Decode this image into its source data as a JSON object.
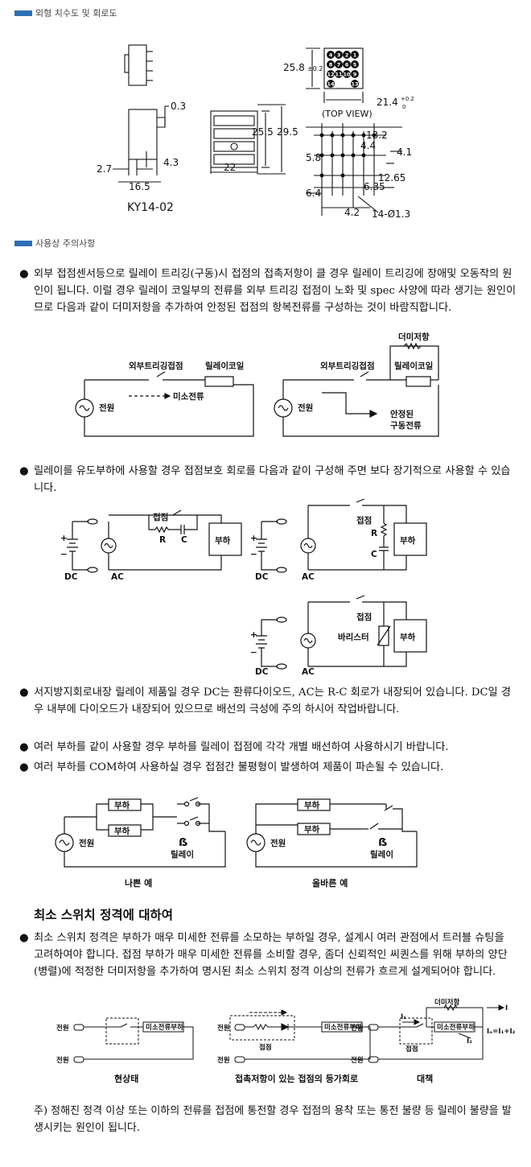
{
  "sections": {
    "dimensions_title": "외형 치수도 및 회로도",
    "caution_title": "사용상 주의사항"
  },
  "dimensions": {
    "d03": "0.3",
    "d27": "2.7",
    "d43": "4.3",
    "d165": "16.5",
    "model": "KY14-02",
    "d255": "25.5",
    "d295": "29.5",
    "d22": "22",
    "d258": "25.8",
    "tol258": "±0.2",
    "top_view": "(TOP VIEW)",
    "d214": "21.4",
    "tol214_plus": "+0.2",
    "tol214_zero": "0",
    "d132": "13.2",
    "d44": "4.4",
    "d58": "5.8",
    "d41": "4.1",
    "d1265": "12.65",
    "d635": "6.35",
    "d64": "6.4",
    "d42": "4.2",
    "holes": "14-Ø1.3",
    "pins": [
      "4",
      "3",
      "2",
      "1",
      "8",
      "7",
      "6",
      "5",
      "12",
      "11",
      "10",
      "9",
      "14",
      "13"
    ]
  },
  "caution": {
    "p1": "외부 접점센서등으로 릴레이 트리깅(구동)시 접점의 접촉저항이 클 경우 릴레이 트리깅에 장애및 오동작의 원인이 됩니다. 이럴 경우 릴레이 코일부의 전류를 외부 트리깅 접점이 노화 및 spec 사양에 따라 생기는 원인이므로 다음과 같이 더미저항을 추가하여 안정된 접점의 항복전류를 구성하는 것이 바람직합니다.",
    "p2": "릴레이를 유도부하에 사용할 경우 접점보호 회로를 다음과 같이 구성해 주면 보다 장기적으로 사용할 수 있습니다.",
    "p3": "서지방지회로내장 릴레이 제품일 경우 DC는 환류다이오드, AC는 R-C 회로가 내장되어 있습니다. DC일 경우 내부에 다이오드가 내장되어 있으므로 배선의 극성에 주의 하시어 작업바랍니다.",
    "p4": "여러 부하를 같이 사용할 경우 부하를 릴레이 접점에 각각 개별 배선하여 사용하시기 바랍니다.",
    "p5": "여러 부하를 COM하여 사용하실 경우 접점간 불평형이 발생하여 제품이 파손될 수 있습니다."
  },
  "fig1": {
    "external_contact": "외부트리깅접점",
    "relay_coil": "릴레이코일",
    "power": "전원",
    "micro_current": "미소전류",
    "dummy_resistor": "더미저항",
    "stable1": "안정된",
    "stable2": "구동전류"
  },
  "fig2": {
    "contact": "접점",
    "load": "부하",
    "R": "R",
    "C": "C",
    "DC": "DC",
    "AC": "AC",
    "varistor": "바리스터",
    "plus": "+",
    "minus": "−"
  },
  "fig3": {
    "load": "부하",
    "power": "전원",
    "relay": "릴레이",
    "bad": "나쁜 예",
    "good": "올바른 예"
  },
  "min_switch": {
    "heading": "최소 스위치 정격에 대하여",
    "p1": "최소 스위치 정격은 부하가 매우 미세한 전류를 소모하는 부하일 경우, 설계시 여러 관점에서 트러블 슈팅을 고려하여야 합니다. 접점 부하가 매우 미세한 전류를 소비할 경우, 좀더 신뢰적인 씨퀀스를 위해 부하의 양단(병렬)에 적정한 더미저항을 추가하여 명시된 최소 스위치 정격 이상의 전류가 흐르게 설계되어야 합니다.",
    "power": "전원",
    "micro_load": "미소전류부하",
    "contact": "접점",
    "dummy": "더미저항",
    "cap1": "현상태",
    "cap2": "접촉저항이 있는 접점의 등가회로",
    "cap3": "대책",
    "i1": "I₁",
    "i2": "I₂",
    "i": "I",
    "formula": "Iₒ=I₁+I₂"
  },
  "note": "주) 정해진 정격 이상 또는 이하의 전류를 접점에 통전할 경우 접점의 용착 또는 통전 불량 등 릴레이 불량을 발생시키는 원인이 됩니다."
}
